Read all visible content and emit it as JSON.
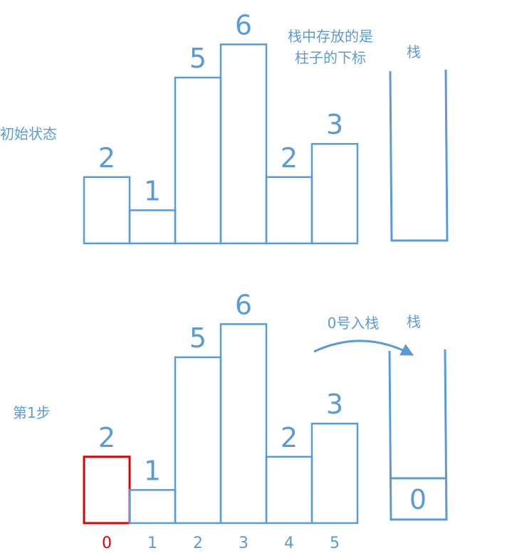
{
  "colors": {
    "primary": "#5b9bd5",
    "highlight": "#e00000",
    "arrow": "#5b9bd5"
  },
  "panel1": {
    "side_label": "初始状态",
    "note_lines": [
      "栈中存放的是",
      "柱子的下标"
    ],
    "stack_label": "栈",
    "bars": [
      {
        "height": 2,
        "label": "2"
      },
      {
        "height": 1,
        "label": "1"
      },
      {
        "height": 5,
        "label": "5"
      },
      {
        "height": 6,
        "label": "6"
      },
      {
        "height": 2,
        "label": "2"
      },
      {
        "height": 3,
        "label": "3"
      }
    ],
    "stack_items": []
  },
  "panel2": {
    "side_label": "第1步",
    "action_label": "0号入栈",
    "stack_label": "栈",
    "highlight_index": 0,
    "bars": [
      {
        "height": 2,
        "label": "2"
      },
      {
        "height": 1,
        "label": "1"
      },
      {
        "height": 5,
        "label": "5"
      },
      {
        "height": 6,
        "label": "6"
      },
      {
        "height": 2,
        "label": "2"
      },
      {
        "height": 3,
        "label": "3"
      }
    ],
    "indices": [
      "0",
      "1",
      "2",
      "3",
      "4",
      "5"
    ],
    "stack_items": [
      "0"
    ]
  }
}
